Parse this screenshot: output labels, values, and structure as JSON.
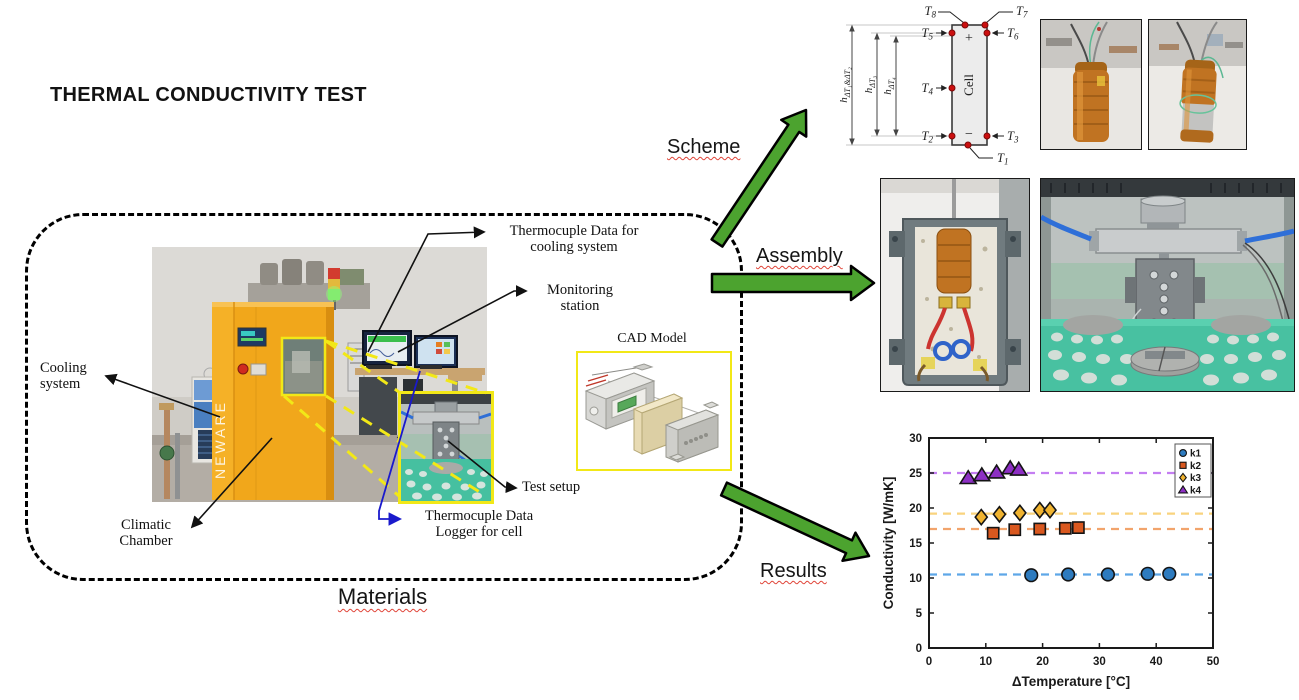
{
  "title": "THERMAL CONDUCTIVITY TEST",
  "captions": {
    "materials": "Materials"
  },
  "flow": {
    "scheme": "Scheme",
    "assembly": "Assembly",
    "results": "Results"
  },
  "labels": {
    "cooling_1": "Cooling",
    "cooling_2": "system",
    "chamber_1": "Climatic",
    "chamber_2": "Chamber",
    "tc_cooling_1": "Thermocuple Data for",
    "tc_cooling_2": "cooling system",
    "monitoring_1": "Monitoring",
    "monitoring_2": "station",
    "test_setup": "Test setup",
    "tc_logger_1": "Thermocuple Data",
    "tc_logger_2": "Logger for cell",
    "cad_model": "CAD Model"
  },
  "photo": {
    "chamber_brand": "NEWARE"
  },
  "scheme": {
    "cell_label": "Cell",
    "plus_terminal": "+",
    "minus_terminal": "−",
    "t_base": "T",
    "t_subs": [
      "1",
      "2",
      "3",
      "4",
      "5",
      "6",
      "7",
      "8"
    ],
    "h_base": "h",
    "h_subs": [
      "ΔT₁&ΔT₂",
      "ΔT₃",
      "ΔT₄"
    ]
  },
  "chart_data": {
    "type": "scatter",
    "xlabel": "ΔTemperature [°C]",
    "ylabel": "Conductivity [W/mK]",
    "xlim": [
      0,
      50
    ],
    "ylim": [
      0,
      30
    ],
    "xticks": [
      0,
      10,
      20,
      30,
      40,
      50
    ],
    "yticks": [
      0,
      5,
      10,
      15,
      20,
      25,
      30
    ],
    "grid": false,
    "legend_position": "top-right",
    "series": [
      {
        "name": "k1",
        "marker": "circle",
        "color": "#2d7bbf",
        "trend_line": 10.5,
        "trend_color": "#5ea7e8",
        "x": [
          18.0,
          24.5,
          31.5,
          38.5,
          42.3
        ],
        "y": [
          10.4,
          10.5,
          10.5,
          10.6,
          10.6
        ]
      },
      {
        "name": "k2",
        "marker": "square",
        "color": "#d9581f",
        "trend_line": 17.0,
        "trend_color": "#f2a46c",
        "x": [
          11.3,
          15.1,
          19.5,
          24.0,
          26.3
        ],
        "y": [
          16.4,
          16.9,
          17.0,
          17.1,
          17.2
        ]
      },
      {
        "name": "k3",
        "marker": "diamond",
        "color": "#f0b32f",
        "trend_line": 19.2,
        "trend_color": "#f9d37e",
        "x": [
          9.2,
          12.4,
          16.0,
          19.5,
          21.3
        ],
        "y": [
          18.7,
          19.1,
          19.3,
          19.7,
          19.7
        ]
      },
      {
        "name": "k4",
        "marker": "triangle",
        "color": "#8d2fc4",
        "trend_line": 25.0,
        "trend_color": "#c47ef2",
        "x": [
          6.9,
          9.3,
          11.9,
          14.3,
          15.8
        ],
        "y": [
          24.3,
          24.7,
          25.1,
          25.7,
          25.5
        ]
      }
    ]
  }
}
